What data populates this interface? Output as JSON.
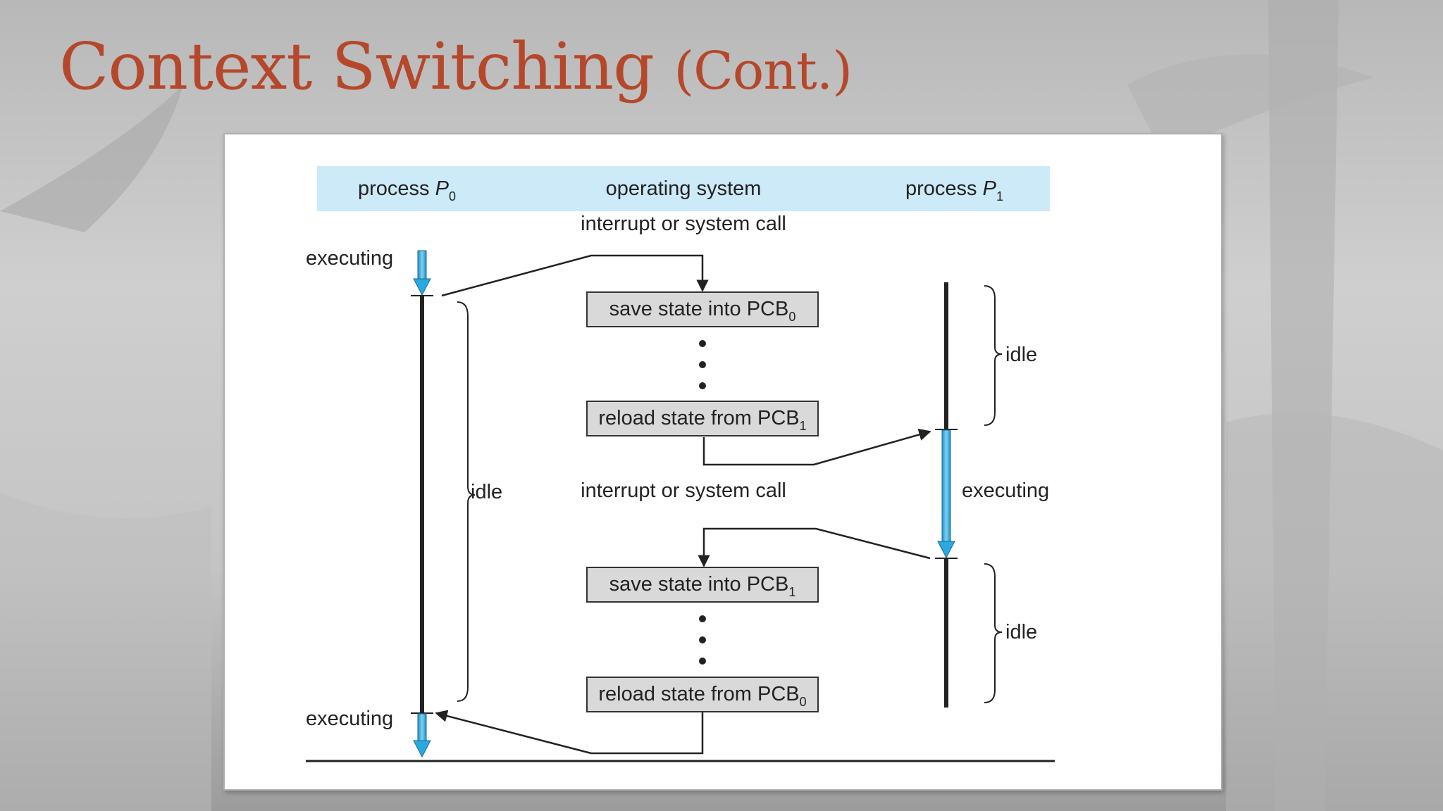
{
  "title": {
    "main": "Context Switching",
    "sub": "(Cont.)"
  },
  "diagram": {
    "headers": {
      "p0": {
        "label": "process ",
        "symbol": "P",
        "subscript": "0"
      },
      "os": {
        "label": "operating system"
      },
      "p1": {
        "label": "process ",
        "symbol": "P",
        "subscript": "1"
      }
    },
    "interrupt_label_1": "interrupt or system call",
    "interrupt_label_2": "interrupt or system call",
    "p0_executing_top": "executing",
    "p0_executing_bottom": "executing",
    "p0_idle": "idle",
    "p1_idle_top": "idle",
    "p1_executing": "executing",
    "p1_idle_bottom": "idle",
    "boxes": [
      {
        "text": "save state into PCB",
        "sub": "0"
      },
      {
        "text": "reload state from PCB",
        "sub": "1"
      },
      {
        "text": "save state into PCB",
        "sub": "1"
      },
      {
        "text": "reload state from PCB",
        "sub": "0"
      }
    ],
    "colors": {
      "header_band": "#cdeaf9",
      "arrow_blue": "#29a9e0",
      "box_fill": "#d9d9d9",
      "title": "#b5472a"
    }
  }
}
